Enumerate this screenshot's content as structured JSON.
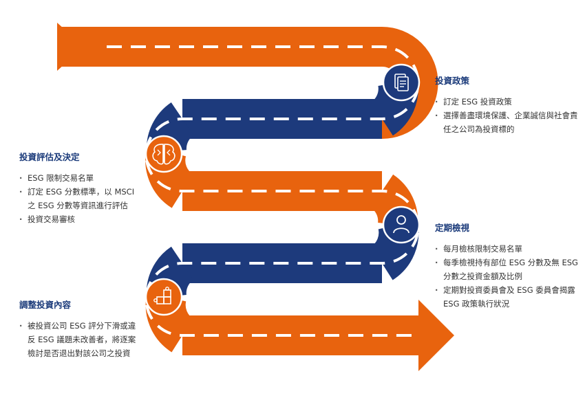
{
  "colors": {
    "orange": "#e8630e",
    "navy": "#1d3a7c",
    "dash": "#ffffff",
    "heading": "#1a3a7a"
  },
  "icons": [
    "document-icon",
    "brain-icon",
    "person-icon",
    "puzzle-icon"
  ],
  "sections": [
    {
      "title": "投資政策",
      "bullets": [
        "訂定 ESG 投資政策",
        "選擇善盡環境保護、企業誠信與社會責任之公司為投資標的"
      ]
    },
    {
      "title": "投資評估及決定",
      "bullets": [
        "ESG 限制交易名單",
        "訂定 ESG 分數標準，以 MSCI 之 ESG 分數等資訊進行評估",
        "投資交易審核"
      ]
    },
    {
      "title": "定期檢視",
      "bullets": [
        "每月檢核限制交易名單",
        "每季檢視持有部位 ESG 分數及無 ESG 分數之投資金額及比例",
        "定期對投資委員會及 ESG 委員會揭露 ESG 政策執行狀況"
      ]
    },
    {
      "title": "調整投資內容",
      "bullets": [
        "被投資公司 ESG 評分下滑或違反 ESG 議題未改善者，將逐案檢討是否退出對該公司之投資"
      ]
    }
  ]
}
